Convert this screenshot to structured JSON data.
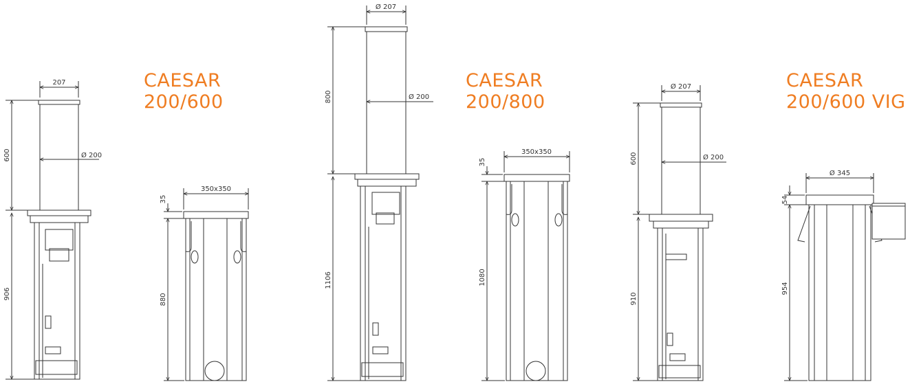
{
  "accent_color": "#ef7d22",
  "line_color": "#333333",
  "models": [
    {
      "title_line1": "CAESAR",
      "title_line2": "200/600",
      "side_view": {
        "top_width": "207",
        "body_dia": "Ø 200",
        "rise_height": "600",
        "body_height": "906"
      },
      "front_view": {
        "flange_size": "350x350",
        "flange_thickness": "35",
        "body_height": "880"
      }
    },
    {
      "title_line1": "CAESAR",
      "title_line2": "200/800",
      "side_view": {
        "top_width": "Ø 207",
        "body_dia": "Ø 200",
        "rise_height": "800",
        "body_height": "1106"
      },
      "front_view": {
        "flange_size": "350x350",
        "flange_thickness": "35",
        "body_height": "1080"
      }
    },
    {
      "title_line1": "CAESAR",
      "title_line2": "200/600 VIG",
      "side_view": {
        "top_width": "Ø 207",
        "body_dia": "Ø 200",
        "rise_height": "600",
        "body_height": "910"
      },
      "front_view": {
        "flange_size": "Ø 345",
        "flange_thickness": "54",
        "body_height": "954"
      }
    }
  ]
}
